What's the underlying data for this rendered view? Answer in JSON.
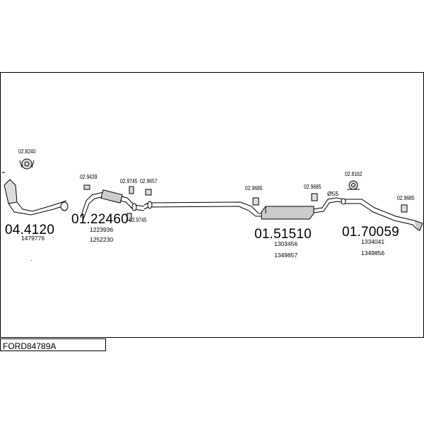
{
  "diagram": {
    "catalog_code": "FORD84789A",
    "parts": {
      "catalytic_converter": {
        "code": "04.4120",
        "refs": [
          "1479776"
        ]
      },
      "front_pipe": {
        "code": "01.22460",
        "refs": [
          "1223936",
          "1252230"
        ]
      },
      "center_silencer": {
        "code": "01.51510",
        "refs": [
          "1303456",
          "1349857"
        ]
      },
      "rear_silencer": {
        "code": "01.70059",
        "refs": [
          "1334041",
          "1349856"
        ]
      }
    },
    "fittings": [
      {
        "code": "02.8240"
      },
      {
        "code": "02.9439"
      },
      {
        "code": "02.9745"
      },
      {
        "code": "02.9657"
      },
      {
        "code": "02.9745"
      },
      {
        "code": "02.9685"
      },
      {
        "code": "02.9685"
      },
      {
        "code": "02.8162"
      },
      {
        "code": "02.9685"
      }
    ],
    "pipe_diameter": "Ø55",
    "dot": "."
  }
}
